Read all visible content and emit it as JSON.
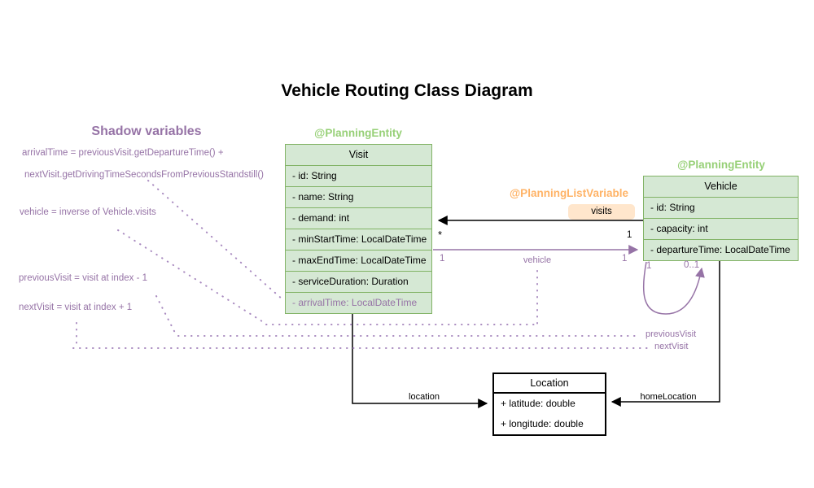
{
  "title": "Vehicle Routing Class Diagram",
  "shadow_panel": {
    "heading": "Shadow variables",
    "formula_arrival_line1": "arrivalTime = previousVisit.getDepartureTime() +",
    "formula_arrival_line2": "nextVisit.getDrivingTimeSecondsFromPreviousStandstill()",
    "formula_vehicle": "vehicle = inverse of Vehicle.visits",
    "formula_previous_visit": "previousVisit = visit at index - 1",
    "formula_next_visit": "nextVisit = visit at index + 1"
  },
  "annotations": {
    "visit_entity": "@PlanningEntity",
    "vehicle_entity": "@PlanningEntity",
    "list_variable": "@PlanningListVariable"
  },
  "classes": {
    "visit": {
      "name": "Visit",
      "attributes": [
        "- id: String",
        "- name: String",
        "- demand: int",
        "- minStartTime: LocalDateTime",
        "- maxEndTime: LocalDateTime",
        "- serviceDuration: Duration"
      ],
      "shadow_attribute": "- arrivalTime: LocalDateTime"
    },
    "vehicle": {
      "name": "Vehicle",
      "attributes": [
        "- id: String",
        "- capacity: int",
        "- departureTime: LocalDateTime"
      ]
    },
    "location": {
      "name": "Location",
      "attributes": [
        "+ latitude: double",
        "+ longitude: double"
      ]
    }
  },
  "relationships": {
    "visits": {
      "label": "visits",
      "source_multiplicity": "1",
      "target_multiplicity": "*"
    },
    "vehicle": {
      "label": "vehicle",
      "source_multiplicity": "1",
      "target_multiplicity": "1"
    },
    "previous_next": {
      "previous_label": "previousVisit",
      "next_label": "nextVisit",
      "mult_one": "1",
      "mult_zero_one": "0..1"
    },
    "location": {
      "label": "location"
    },
    "home_location": {
      "label": "homeLocation"
    }
  },
  "colors": {
    "entity_annotation_green": "#97d077",
    "entity_fill_green": "#d5e8d4",
    "entity_border_green": "#82b366",
    "list_variable_orange": "#ffb366",
    "visits_pill_fill": "#ffe6cc",
    "purple": "#9673a6",
    "dotted_purple": "#a98bc0",
    "black": "#000000"
  }
}
